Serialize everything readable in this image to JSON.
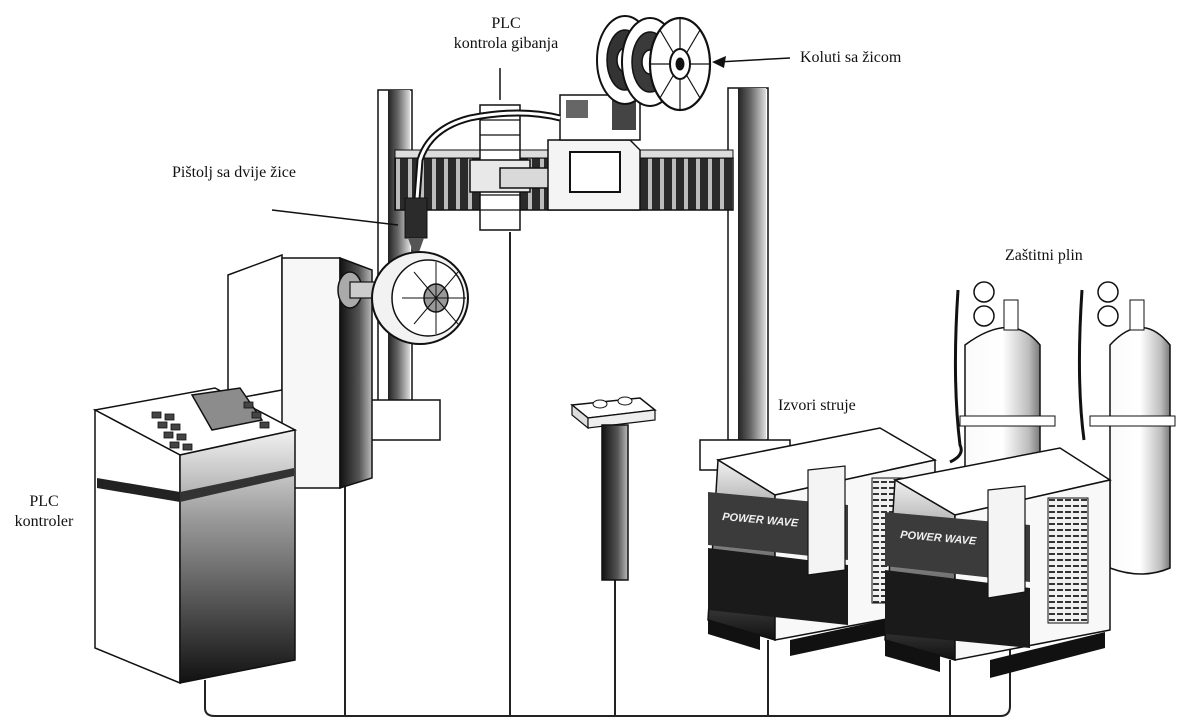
{
  "labels": {
    "plc_motion": [
      "PLC",
      "kontrola gibanja"
    ],
    "wire_reels": "Koluti sa žicom",
    "torch": "Pištolj sa dvije žice",
    "shield_gas": "Zaštitni plin",
    "power_sources": "Izvori struje",
    "plc_controller": [
      "PLC",
      "kontroler"
    ]
  },
  "machine_branding": {
    "power_source_1": "POWER WAVE",
    "power_source_2": "POWER WAVE"
  },
  "colors": {
    "ink": "#111111",
    "panel_dark": "#161616",
    "panel_mid": "#5a5a5a",
    "panel_light": "#e6e6e6",
    "screen": "#8c8c8c"
  }
}
